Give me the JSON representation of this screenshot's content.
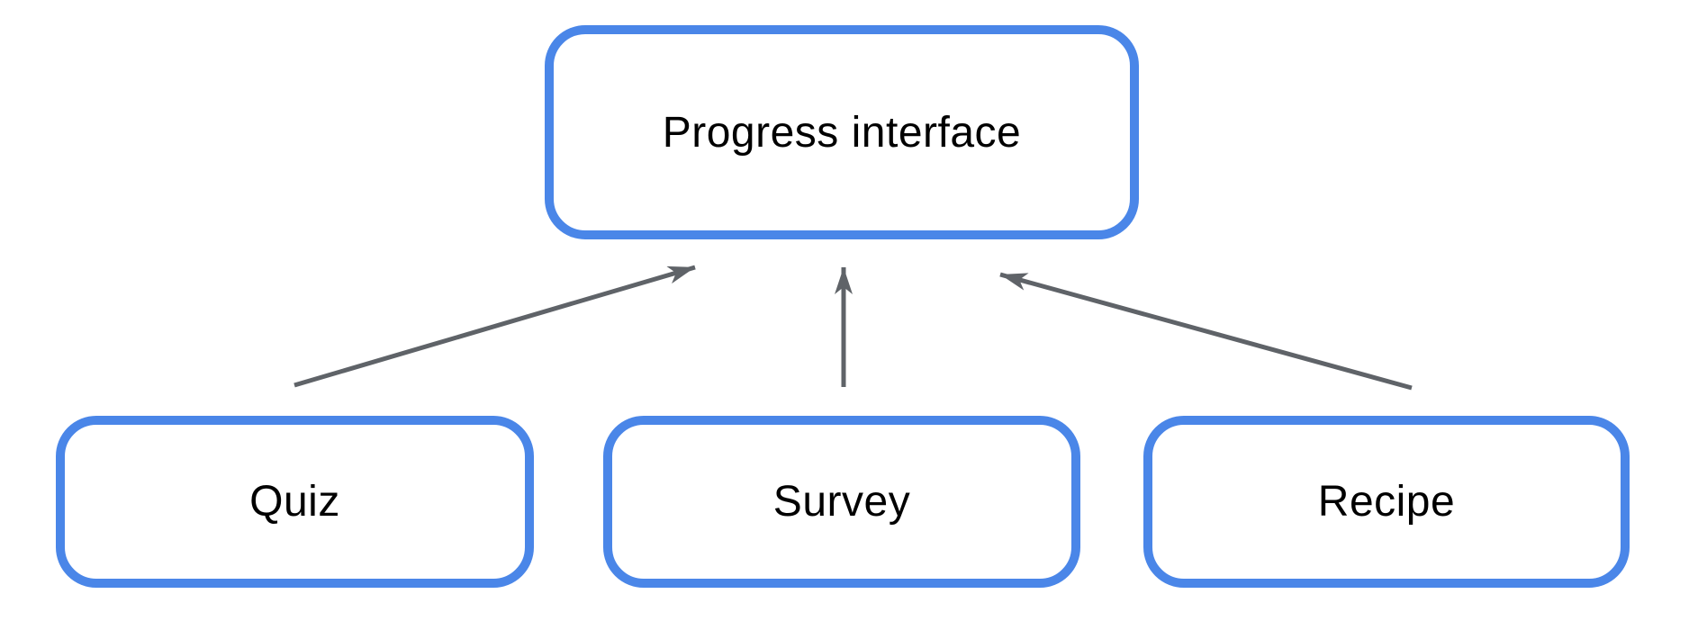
{
  "diagram": {
    "background_color": "#ffffff",
    "box_border_color": "#4a86e8",
    "arrow_color": "#5f6368",
    "text_color": "#000000",
    "nodes": [
      {
        "id": "progress-interface",
        "label": "Progress interface",
        "role": "parent"
      },
      {
        "id": "quiz",
        "label": "Quiz",
        "role": "child"
      },
      {
        "id": "survey",
        "label": "Survey",
        "role": "child"
      },
      {
        "id": "recipe",
        "label": "Recipe",
        "role": "child"
      }
    ],
    "edges": [
      {
        "from": "quiz",
        "to": "progress-interface",
        "style": "arrow"
      },
      {
        "from": "survey",
        "to": "progress-interface",
        "style": "arrow"
      },
      {
        "from": "recipe",
        "to": "progress-interface",
        "style": "arrow"
      }
    ]
  }
}
